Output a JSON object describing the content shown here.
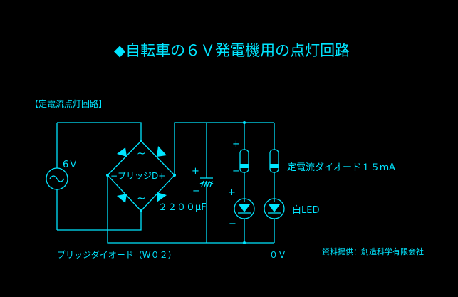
{
  "title": "◆自転車の６Ｖ発電機用の点灯回路",
  "section_label": "【定電流点灯回路】",
  "source_label": "6Ｖ",
  "bridge_label": "−ブリッジD+",
  "bridge_note": "ブリッジダイオード（W０２）",
  "capacitor_label": "２２００μF",
  "crd_label": "定電流ダイオード１５ｍA",
  "led_label": "白LED",
  "ground_label": "０Ｖ",
  "credit": "資料提供：創造科学有限会社",
  "signs": {
    "plus": "+",
    "minus": "−",
    "tilde": "~"
  },
  "colors": {
    "background": "#000000",
    "line": "#00e5ff"
  }
}
